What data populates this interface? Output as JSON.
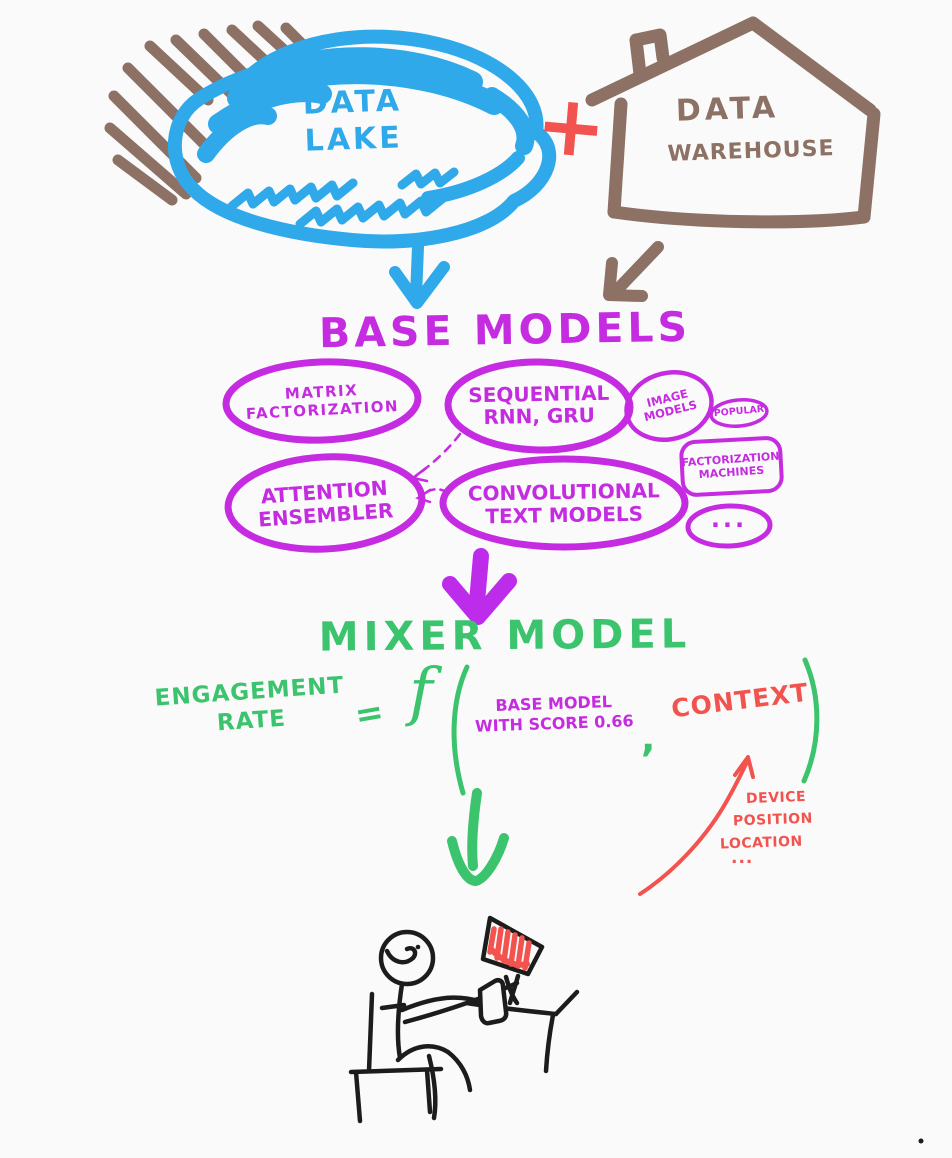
{
  "colors": {
    "background": "#fafafa",
    "lake_blue": "#2fa9ea",
    "warehouse_brown": "#8c7164",
    "accent_red": "#f2534e",
    "model_magenta": "#c52be0",
    "arrow_purple": "#bd2ceb",
    "mixer_green": "#3bc46d",
    "ink_black": "#1c1c1c"
  },
  "sources": {
    "data_lake": "DATA\nLAKE",
    "plus": "+",
    "warehouse_line1": "DATA",
    "warehouse_line2": "WAREHOUSE"
  },
  "base_models": {
    "heading": "BASE MODELS",
    "matrix_factorization": "MATRIX\nFACTORIZATION",
    "sequential": "SEQUENTIAL\nRNN, GRU",
    "image_models": "IMAGE\nMODELS",
    "popular": "POPULAR",
    "factorization_machines": "FACTORIZATION\nMACHINES",
    "attention_ensembler": "ATTENTION\nENSEMBLER",
    "convolutional_text_models": "CONVOLUTIONAL\nTEXT MODELS",
    "more": "..."
  },
  "mixer_model": {
    "heading": "MIXER MODEL",
    "formula_lhs": "ENGAGEMENT\nRATE",
    "equals": "=",
    "function": "f",
    "arg1": "BASE MODEL\nWITH SCORE 0.66",
    "comma": ",",
    "arg2": "CONTEXT"
  },
  "context_annotation": {
    "line1": "DEVICE",
    "line2": "POSITION",
    "line3": "LOCATION",
    "line4": "..."
  }
}
